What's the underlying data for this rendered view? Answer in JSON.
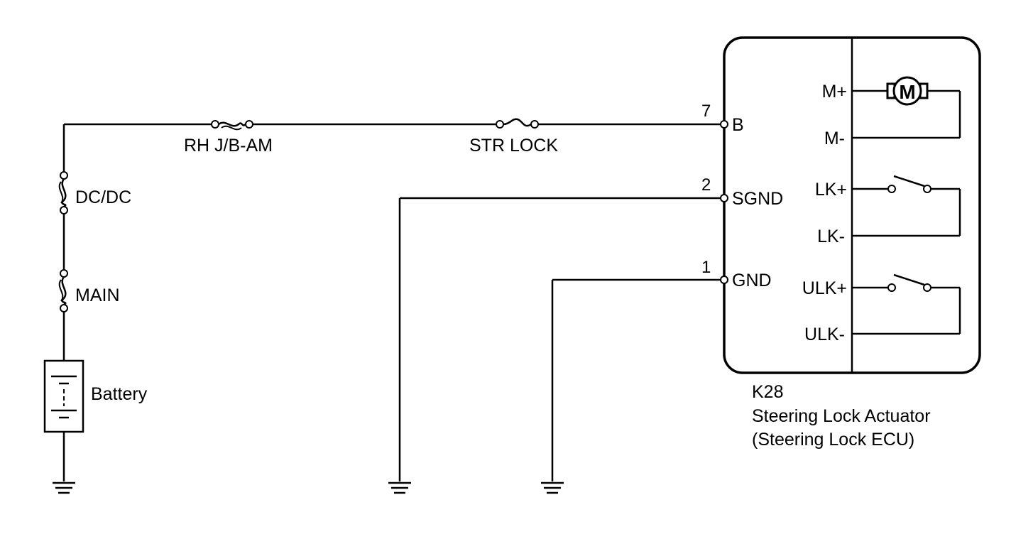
{
  "diagram": {
    "fuses": {
      "rh_jb_am": "RH J/B-AM",
      "str_lock": "STR LOCK",
      "dc_dc": "DC/DC",
      "main": "MAIN"
    },
    "battery_label": "Battery",
    "pins": {
      "b": {
        "number": "7",
        "name": "B"
      },
      "sgnd": {
        "number": "2",
        "name": "SGND"
      },
      "gnd": {
        "number": "1",
        "name": "GND"
      }
    },
    "internal_terminals": {
      "m_plus": "M+",
      "m_minus": "M-",
      "lk_plus": "LK+",
      "lk_minus": "LK-",
      "ulk_plus": "ULK+",
      "ulk_minus": "ULK-"
    },
    "motor_symbol": "M",
    "component": {
      "code": "K28",
      "name": "Steering Lock Actuator",
      "subname": "(Steering Lock ECU)"
    }
  }
}
